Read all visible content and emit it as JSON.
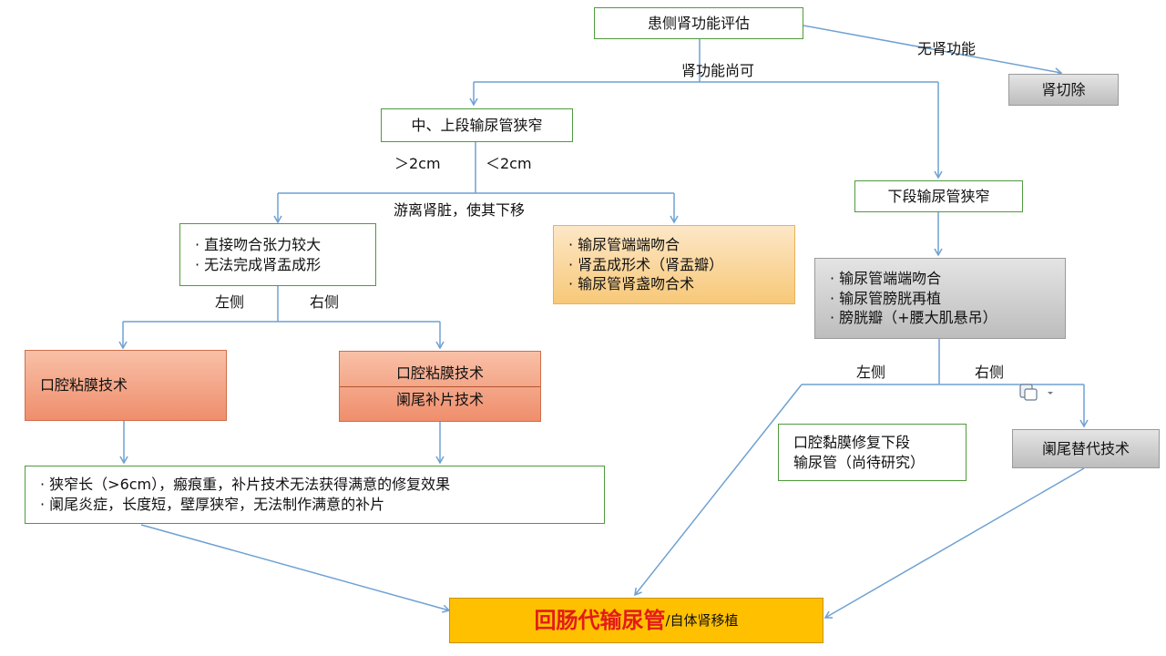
{
  "nodes": {
    "assess": "患侧肾功能评估",
    "nephrectomy": "肾切除",
    "upper_stricture": "中、上段输尿管狭窄",
    "lower_stricture": "下段输尿管狭窄",
    "tension": [
      "· 直接吻合张力较大",
      "· 无法完成肾盂成形"
    ],
    "orange_options": [
      "· 输尿管端端吻合",
      "· 肾盂成形术（肾盂瓣）",
      "· 输尿管肾盏吻合术"
    ],
    "lower_options": [
      "· 输尿管端端吻合",
      "· 输尿管膀胱再植",
      "· 膀胱瓣（+腰大肌悬吊）"
    ],
    "oral_left": "口腔粘膜技术",
    "oral_right": "口腔粘膜技术",
    "appendix_patch": "阑尾补片技术",
    "failure": [
      "· 狭窄长（>6cm），瘢痕重，补片技术无法获得满意的修复效果",
      "· 阑尾炎症，长度短，壁厚狭窄，无法制作满意的补片"
    ],
    "oral_lower": [
      "口腔黏膜修复下段",
      "输尿管（尚待研究）"
    ],
    "appendix_replace": "阑尾替代技术",
    "final_main": "回肠代输尿管",
    "final_suffix": "/自体肾移植"
  },
  "labels": {
    "no_function": "无肾功能",
    "function_ok": "肾功能尚可",
    "gt2": "＞2cm",
    "lt2": "＜2cm",
    "mobilize": "游离肾脏，使其下移",
    "left1": "左侧",
    "right1": "右侧",
    "left2": "左侧",
    "right2": "右侧"
  },
  "colors": {
    "line": "#6fa1d2",
    "box_border": "#4f9a3c",
    "highlight": "#e31b1b",
    "final_fill": "#ffc000"
  }
}
